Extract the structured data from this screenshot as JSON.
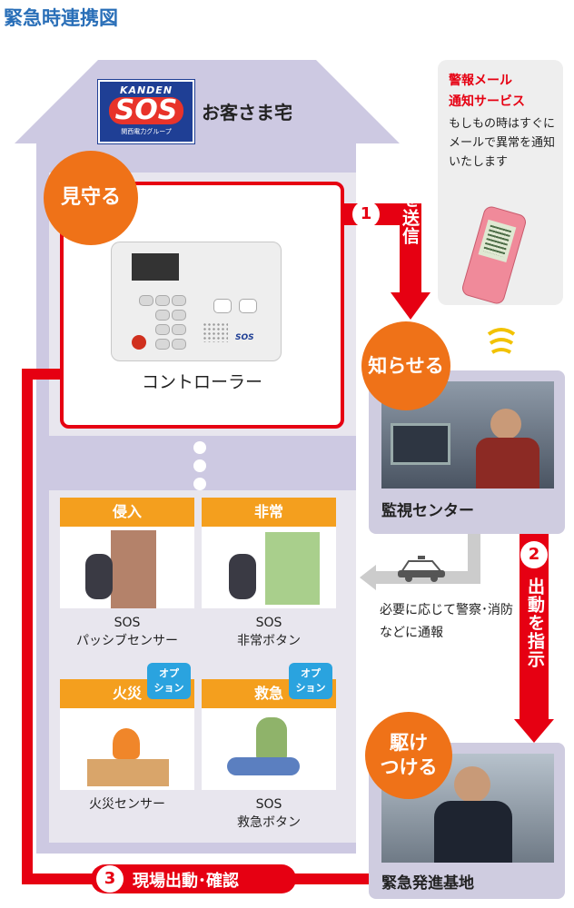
{
  "page_title": "緊急時連携図",
  "brand": {
    "name": "KANDEN",
    "mark": "SOS",
    "group": "関西電力グループ"
  },
  "home_label": "お客さま宅",
  "badges": {
    "watch": "見守る",
    "notify": "知らせる",
    "rush_line1": "駆け",
    "rush_line2": "つける"
  },
  "controller_label": "コントローラー",
  "device": {
    "sos": "SOS"
  },
  "steps": [
    {
      "number": "1",
      "text": "異常信号を送信"
    },
    {
      "number": "2",
      "text": "出動を指示"
    },
    {
      "number": "3",
      "text": "現場出動･確認"
    }
  ],
  "notice": {
    "title_line1": "警報メール",
    "title_line2": "通知サービス",
    "body": "もしもの時はすぐにメールで異常を通知いたします"
  },
  "monitor_center": "監視センター",
  "police_text": "必要に応じて警察･消防などに通報",
  "base_label": "緊急発進基地",
  "option_label": {
    "line1": "オプ",
    "line2": "ション"
  },
  "sensors": [
    {
      "header": "侵入",
      "caption_line1": "SOS",
      "caption_line2": "パッシブセンサー"
    },
    {
      "header": "非常",
      "caption_line1": "SOS",
      "caption_line2": "非常ボタン"
    },
    {
      "header": "火災",
      "caption_line1": "火災センサー",
      "caption_line2": ""
    },
    {
      "header": "救急",
      "caption_line1": "SOS",
      "caption_line2": "救急ボタン"
    }
  ],
  "colors": {
    "red": "#e60012",
    "orange": "#ef7218",
    "house": "#cdc9e2",
    "title_blue": "#2a6fb8",
    "option_blue": "#2aa3df"
  }
}
